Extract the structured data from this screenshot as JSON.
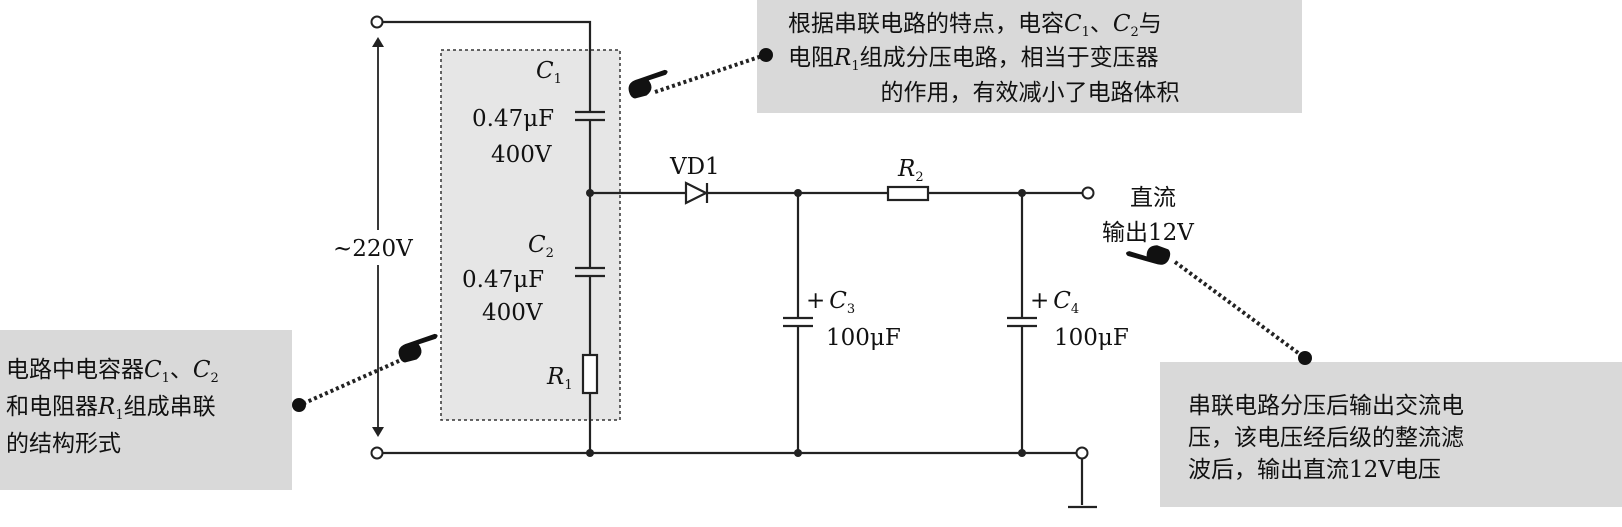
{
  "circuit": {
    "input_voltage": "~220V",
    "c1": {
      "letter": "C",
      "sub": "1",
      "value": "0.47μF",
      "rating": "400V"
    },
    "c2": {
      "letter": "C",
      "sub": "2",
      "value": "0.47μF",
      "rating": "400V"
    },
    "r1": {
      "letter": "R",
      "sub": "1"
    },
    "vd1": "VD1",
    "r2": {
      "letter": "R",
      "sub": "2"
    },
    "c3": {
      "plus": "+",
      "letter": "C",
      "sub": "3",
      "value": "100μF"
    },
    "c4": {
      "plus": "+",
      "letter": "C",
      "sub": "4",
      "value": "100μF"
    },
    "output": {
      "line1": "直流",
      "line2": "输出12V"
    }
  },
  "notes": {
    "top": {
      "line1": [
        "根据串联电路的特点，电容",
        "C",
        "1",
        "、",
        "C",
        "2",
        "与"
      ],
      "line2": [
        "电阻",
        "R",
        "1",
        "组成分压电路，相当于变压器"
      ],
      "line3": "的作用，有效减小了电路体积"
    },
    "left": {
      "line1": [
        "电路中电容器",
        "C",
        "1",
        "、",
        "C",
        "2"
      ],
      "line2": [
        "和电阻器",
        "R",
        "1",
        "组成串联"
      ],
      "line3": "的结构形式"
    },
    "right": {
      "line1": "串联电路分压后输出交流电",
      "line2": "压，该电压经后级的整流滤",
      "line3": "波后，输出直流12V电压"
    }
  },
  "colors": {
    "note_bg": "#d9d9d9",
    "dashed_box_bg": "#e6e6e6",
    "wire": "#222222"
  }
}
